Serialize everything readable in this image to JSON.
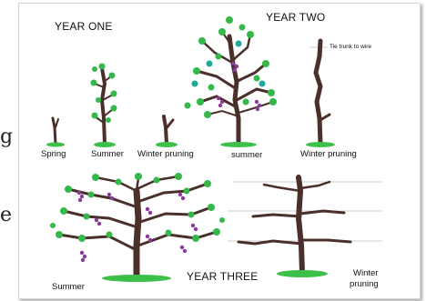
{
  "diagram": {
    "titles": {
      "year_one": "YEAR ONE",
      "year_two": "YEAR TWO",
      "year_three": "YEAR THREE"
    },
    "captions": {
      "spring": "Spring",
      "summer_y1": "Summer",
      "winter_pruning_y1": "Winter pruning",
      "summer_y2": "summer",
      "winter_pruning_y2": "Winter pruning",
      "summer_y3": "Summer",
      "winter_y3_line1": "Winter",
      "winter_y3_line2": "pruning"
    },
    "note": "Tie trunk to wire",
    "side_glyphs": [
      "g",
      "e"
    ]
  },
  "colors": {
    "trunk": "#4a2f2a",
    "leaf": "#34b84a",
    "leaf_teal": "#21a89a",
    "grape": "#8a3a9a",
    "grass": "#3cc04a",
    "wire": "#cfcfcf"
  }
}
